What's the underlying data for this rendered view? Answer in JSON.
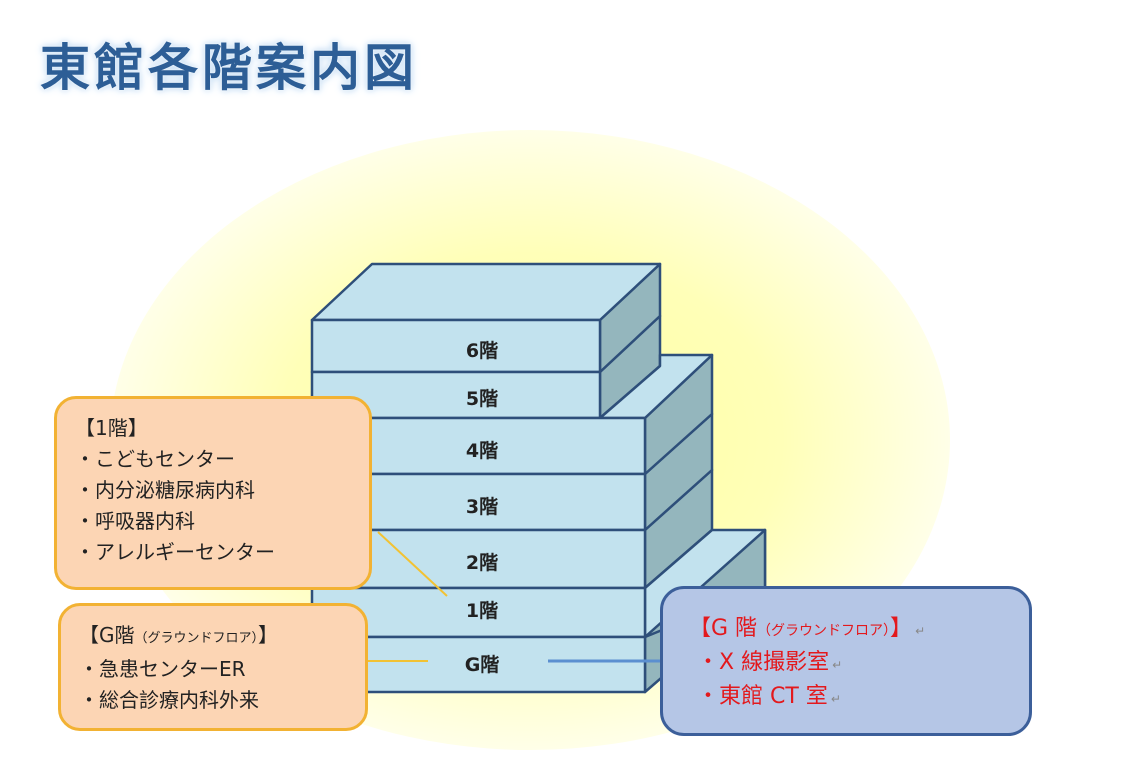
{
  "title": "東館各階案内図",
  "floors": [
    "6階",
    "5階",
    "4階",
    "3階",
    "2階",
    "1階",
    "G階"
  ],
  "callout_1f": {
    "heading": "【1階】",
    "items": [
      "こどもセンター",
      "内分泌糖尿病内科",
      "呼吸器内科",
      "アレルギーセンター"
    ]
  },
  "callout_gf_left": {
    "heading": "【G階",
    "heading_sub": "（グラウンドフロア）",
    "heading_end": "】",
    "items": [
      "急患センターER",
      "総合診療内科外来"
    ]
  },
  "callout_gf_right": {
    "heading": "【G 階",
    "heading_sub": "（グラウンドフロア）",
    "heading_end": "】",
    "items": [
      "X 線撮影室",
      "東館 CT 室"
    ],
    "return_mark": "↵"
  },
  "colors": {
    "title": "#2d5e96",
    "front_face": "#c2e2ee",
    "side_face": "#94b6bd",
    "outline": "#2e4f7a",
    "orange_fill": "#fcd5b4",
    "orange_border": "#f2b233",
    "blue_fill": "#b5c6e6",
    "blue_border": "#3c5f9a",
    "red_text": "#e3191d",
    "glow": "#ffff9e"
  }
}
